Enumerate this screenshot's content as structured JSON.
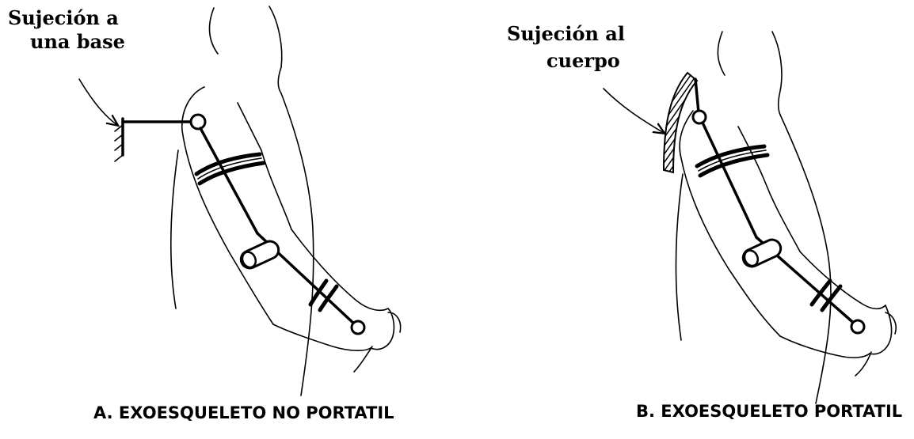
{
  "figure_a": {
    "annotation_line1": "Sujeción a",
    "annotation_line2": "una base",
    "caption": "A. EXOESQUELETO NO PORTATIL"
  },
  "figure_b": {
    "annotation_line1": "Sujeción al",
    "annotation_line2": "cuerpo",
    "caption": "B. EXOESQUELETO PORTATIL"
  }
}
